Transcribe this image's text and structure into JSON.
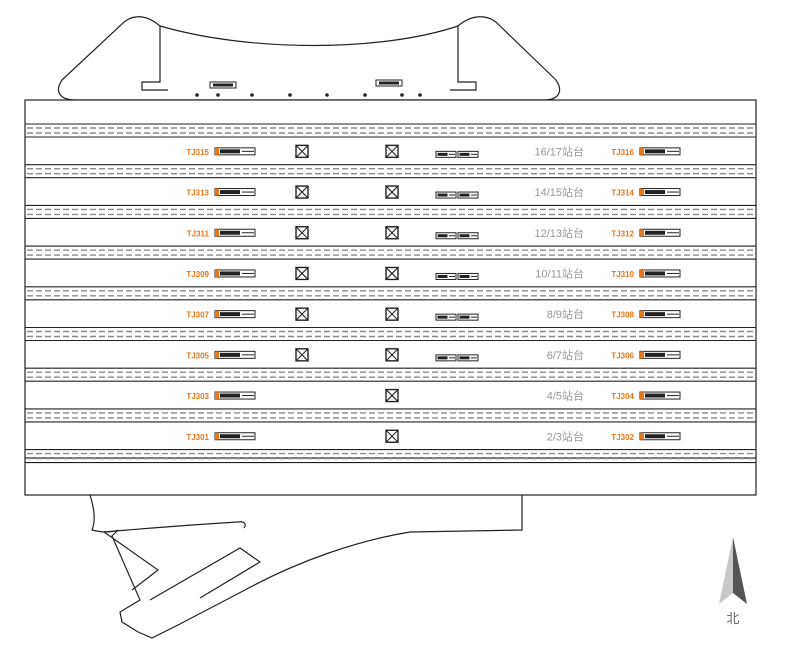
{
  "colors": {
    "accent": "#e8761a",
    "line": "#222222",
    "track_gray": "#8a8a8a",
    "label_gray": "#999999",
    "arrow_light": "#c8c8c8",
    "arrow_dark": "#555555"
  },
  "compass": {
    "label": "北"
  },
  "platforms": [
    {
      "left_code": "TJ315",
      "right_code": "TJ316",
      "station": "16/17站台",
      "gates": 2,
      "has_pair": true
    },
    {
      "left_code": "TJ313",
      "right_code": "TJ314",
      "station": "14/15站台",
      "gates": 2,
      "has_pair": true
    },
    {
      "left_code": "TJ311",
      "right_code": "TJ312",
      "station": "12/13站台",
      "gates": 2,
      "has_pair": true
    },
    {
      "left_code": "TJ309",
      "right_code": "TJ310",
      "station": "10/11站台",
      "gates": 2,
      "has_pair": true
    },
    {
      "left_code": "TJ307",
      "right_code": "TJ308",
      "station": "8/9站台",
      "gates": 2,
      "has_pair": true
    },
    {
      "left_code": "TJ305",
      "right_code": "TJ306",
      "station": "6/7站台",
      "gates": 2,
      "has_pair": true
    },
    {
      "left_code": "TJ303",
      "right_code": "TJ304",
      "station": "4/5站台",
      "gates": 1,
      "has_pair": false
    },
    {
      "left_code": "TJ301",
      "right_code": "TJ302",
      "station": "2/3站台",
      "gates": 1,
      "has_pair": false
    }
  ]
}
